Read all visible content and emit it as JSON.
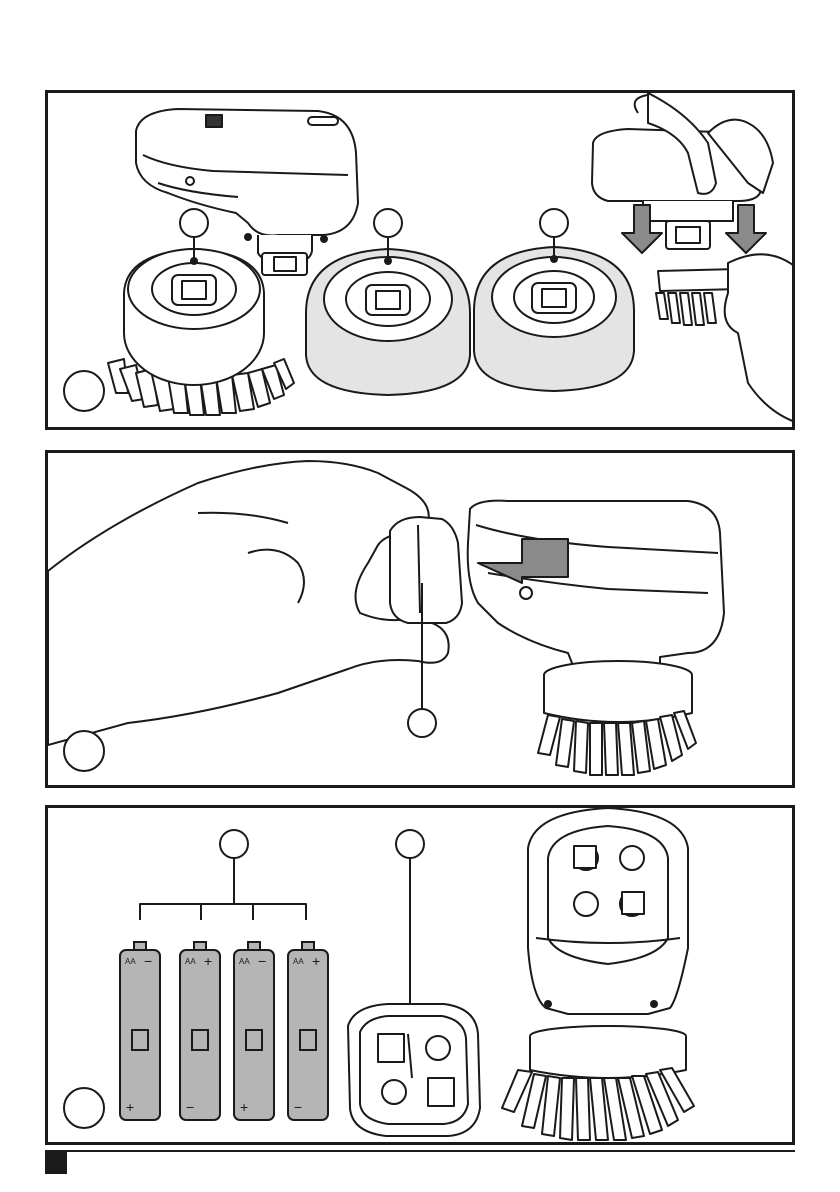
{
  "figure1": {
    "callouts": [
      "",
      "",
      "",
      ""
    ],
    "step_marker": ""
  },
  "figure2": {
    "callouts": [
      ""
    ],
    "step_marker": ""
  },
  "figure3": {
    "callouts": [
      "",
      ""
    ],
    "step_marker": "",
    "batteries": [
      {
        "type": "AA",
        "top_sign": "−",
        "bottom_sign": "+"
      },
      {
        "type": "AA",
        "top_sign": "+",
        "bottom_sign": "−"
      },
      {
        "type": "AA",
        "top_sign": "−",
        "bottom_sign": "+"
      },
      {
        "type": "AA",
        "top_sign": "+",
        "bottom_sign": "−"
      }
    ]
  },
  "footer": {
    "page_marker_color": "#1a1a1a"
  }
}
